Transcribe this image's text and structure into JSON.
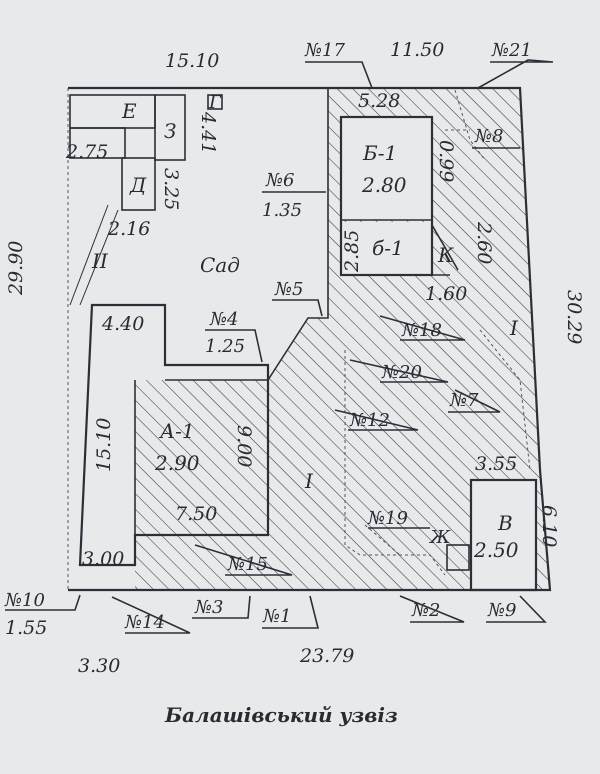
{
  "dims": {
    "top_left": "15.10",
    "top_right": "11.50",
    "left_side": "29.90",
    "right_side": "30.29",
    "bottom": "23.79",
    "bottom_left_a": "1.55",
    "bottom_left_b": "3.30",
    "b1_top": "5.28",
    "b1_side": "0.99",
    "b1_left": "2.85",
    "b1_right": "2.60",
    "b1_bottom": "1.60",
    "e_width": "2.75",
    "z_side": "4.41",
    "d_height": "3.25",
    "d_width": "2.16",
    "a_top": "4.40",
    "a_left": "15.10",
    "a_right": "9.00",
    "a_bottom": "7.50",
    "a_bottom_left": "3.00",
    "v_top": "3.55",
    "v_right": "6.10"
  },
  "labels": {
    "n17": "№17",
    "n21": "№21",
    "n8": "№8",
    "n6": "№6",
    "n6_val": "1.35",
    "n5": "№5",
    "n4": "№4",
    "n4_val": "1.25",
    "n18": "№18",
    "n20": "№20",
    "n7": "№7",
    "n12": "№12",
    "n19": "№19",
    "n15": "№15",
    "n10": "№10",
    "n14": "№14",
    "n3": "№3",
    "n1": "№1",
    "n2": "№2",
    "n9": "№9",
    "garden": "Сад",
    "b1": "Б-1",
    "b1_val": "2.80",
    "b1_small": "б-1",
    "k": "К",
    "e": "Е",
    "z": "З",
    "d": "Д",
    "g": "Г",
    "ii": "II",
    "i1": "I",
    "i2": "I",
    "a1": "А-1",
    "a1_val": "2.90",
    "v": "В",
    "v_val": "2.50",
    "zh": "Ж",
    "street": "Балашівський узвіз"
  }
}
